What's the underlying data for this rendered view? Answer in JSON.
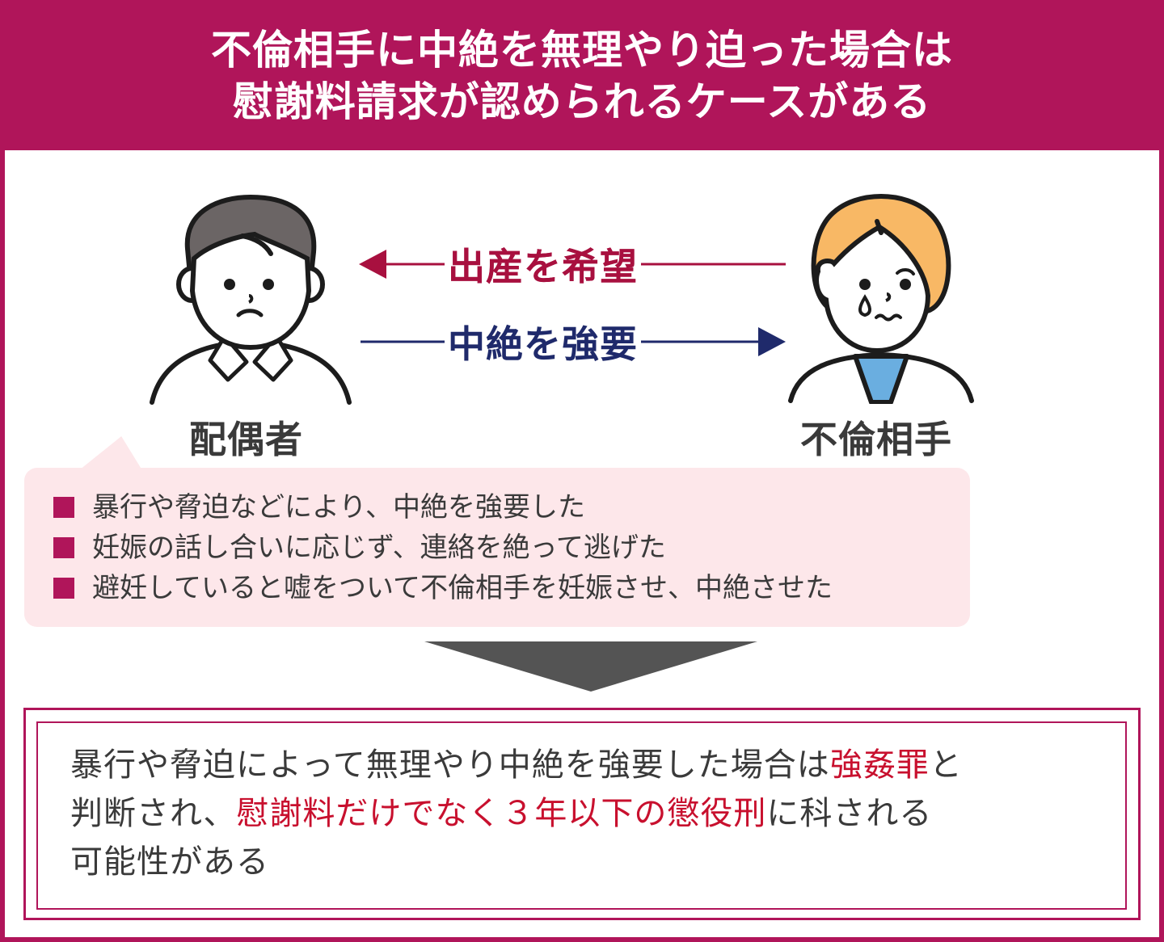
{
  "header": {
    "title_line1": "不倫相手に中絶を無理やり迫った場合は",
    "title_line2": "慰謝料請求が認められるケースがある",
    "background_color": "#b0155a"
  },
  "people": {
    "spouse": {
      "label": "配偶者",
      "icon": "man-worried-icon"
    },
    "affair_partner": {
      "label": "不倫相手",
      "icon": "woman-crying-icon"
    }
  },
  "arrows": {
    "top": {
      "label": "出産を希望",
      "direction": "left",
      "color": "#a8103f"
    },
    "bottom": {
      "label": "中絶を強要",
      "direction": "right",
      "color": "#1f2a6b"
    }
  },
  "bubble": {
    "items": [
      "暴行や脅迫などにより、中絶を強要した",
      "妊娠の話し合いに応じず、連絡を絶って逃げた",
      "避妊していると嘘をついて不倫相手を妊娠させ、中絶させた"
    ],
    "background_color": "#fde7ea",
    "bullet_color": "#b0155a"
  },
  "result": {
    "seg1": "暴行や脅迫によって無理やり中絶を強要した場合は",
    "seg2_highlight": "強姦罪",
    "seg3": "と",
    "seg4": "判断され、",
    "seg5_highlight": "慰謝料だけでなく３年以下の懲役刑",
    "seg6": "に科される",
    "seg7": "可能性がある",
    "highlight_color": "#c8102e"
  }
}
